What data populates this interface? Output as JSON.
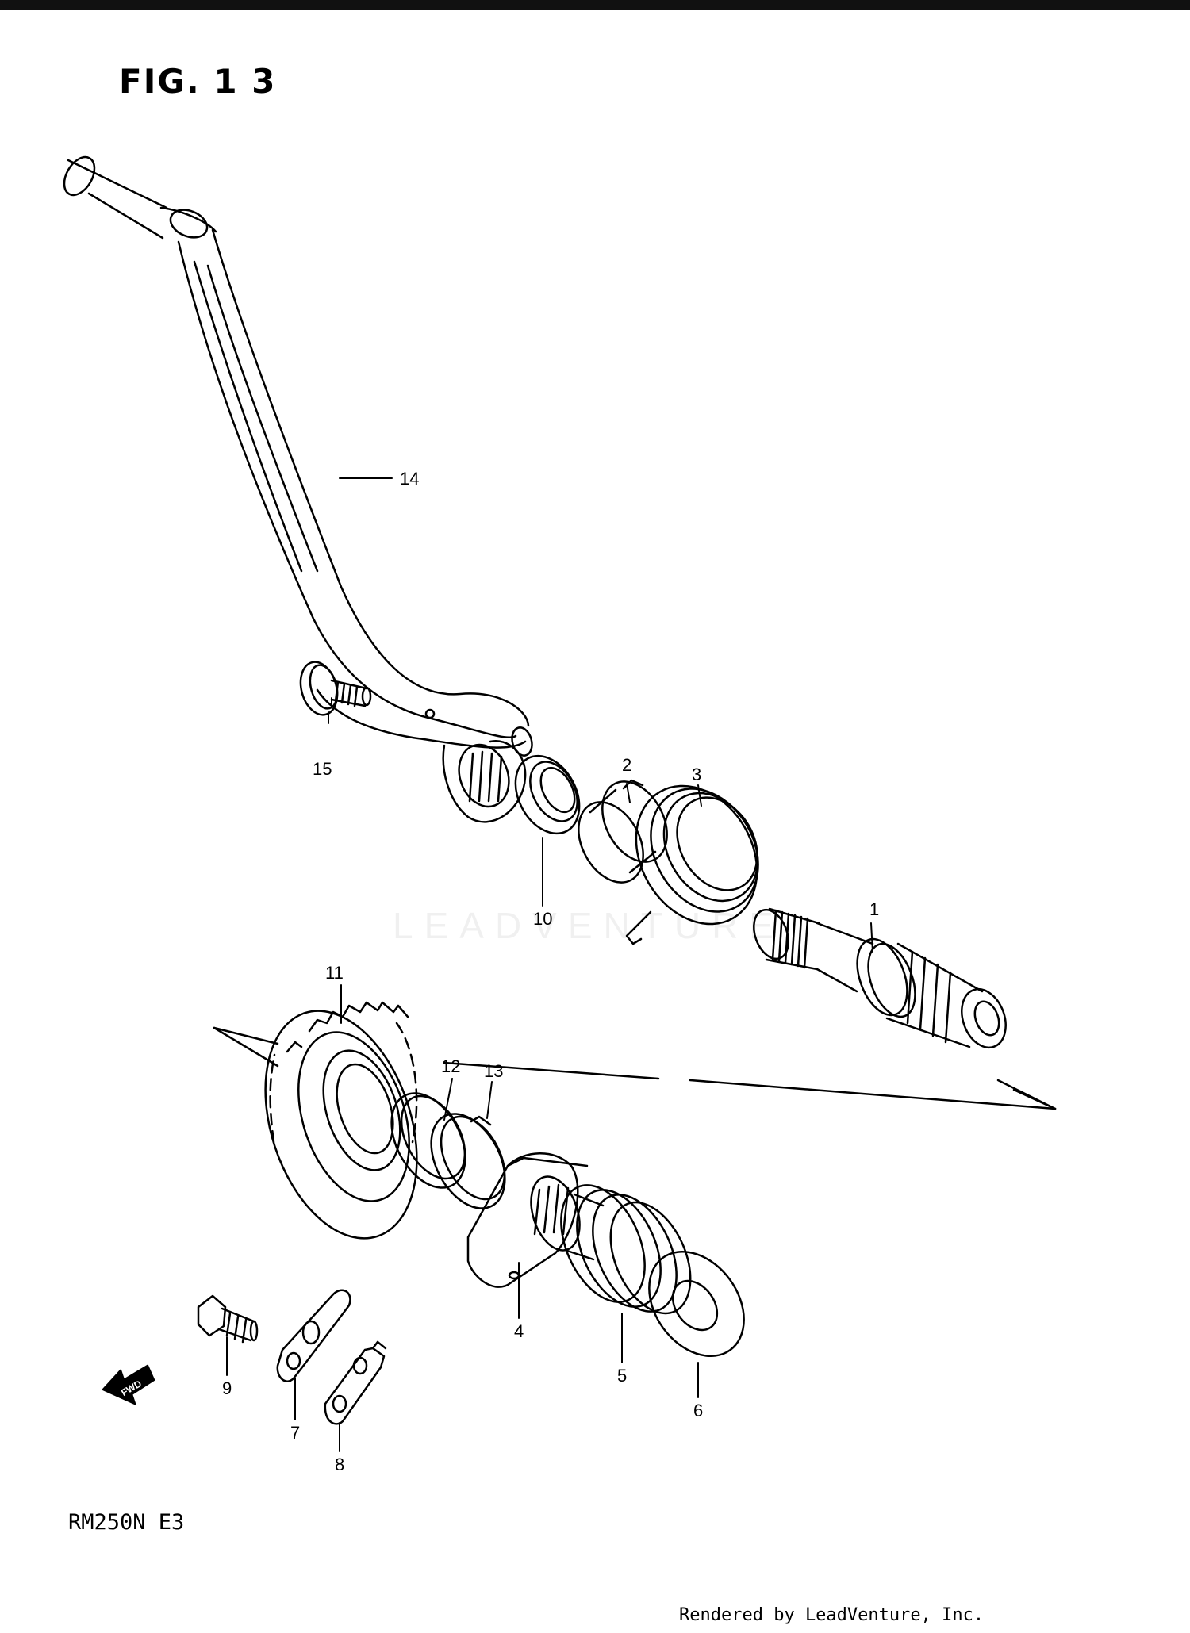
{
  "figure": {
    "title": "FIG. 1 3"
  },
  "model": {
    "code": "RM250N E3"
  },
  "footer": {
    "credit": "Rendered by LeadVenture, Inc."
  },
  "watermark": {
    "text": "LEADVENTURE"
  },
  "fwd_label": "FWD",
  "callouts": [
    {
      "id": "c1",
      "label": "1"
    },
    {
      "id": "c2",
      "label": "2"
    },
    {
      "id": "c3",
      "label": "3"
    },
    {
      "id": "c4",
      "label": "4"
    },
    {
      "id": "c5",
      "label": "5"
    },
    {
      "id": "c6",
      "label": "6"
    },
    {
      "id": "c7",
      "label": "7"
    },
    {
      "id": "c8",
      "label": "8"
    },
    {
      "id": "c9",
      "label": "9"
    },
    {
      "id": "c10",
      "label": "10"
    },
    {
      "id": "c11",
      "label": "11"
    },
    {
      "id": "c12",
      "label": "12"
    },
    {
      "id": "c13",
      "label": "13"
    },
    {
      "id": "c14",
      "label": "14"
    },
    {
      "id": "c15",
      "label": "15"
    }
  ]
}
